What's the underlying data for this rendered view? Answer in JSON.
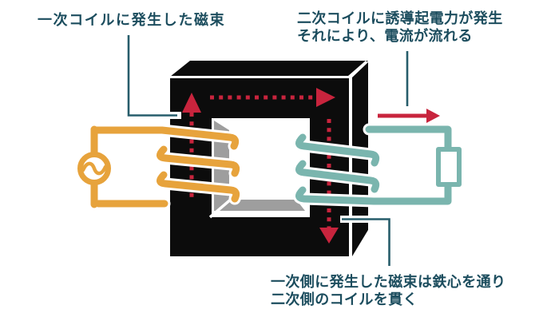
{
  "labels": {
    "primary_flux": "一次コイルに発生した磁束",
    "secondary_emf_line1": "二次コイルに誘導起電力が発生",
    "secondary_emf_line2": "それにより、電流が流れる",
    "flux_path_line1": "一次側に発生した磁束は鉄心を通り",
    "flux_path_line2": "二次側のコイルを貫く"
  },
  "colors": {
    "core": "#0c0c0c",
    "core_inner": "#9e9e9e",
    "outline": "#ffffff",
    "flux": "#c8243d",
    "primary_coil": "#e7a33c",
    "secondary_coil": "#7ab5ae",
    "label_text": "#1c4d5e",
    "pointer_line": "#275d6b"
  }
}
